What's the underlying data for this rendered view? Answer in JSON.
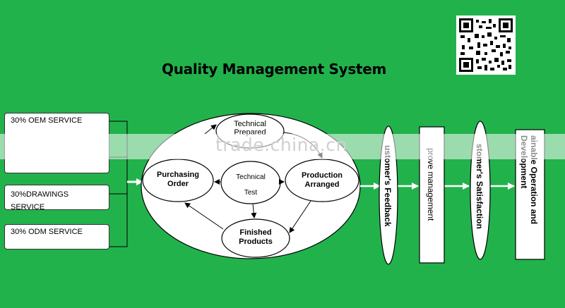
{
  "title": "Quality Management System",
  "services": [
    "30% OEM  SERVICE",
    "30%DRAWINGS SERVICE",
    "30%  ODM SERVICE"
  ],
  "nodes": {
    "technical_prepared": [
      "Technical",
      "Prepared"
    ],
    "purchasing_order": [
      "Purchasing",
      "Order"
    ],
    "technical_test": [
      "Technical",
      "Test"
    ],
    "production_arranged": [
      "Production",
      "Arranged"
    ],
    "finished_products": [
      "Finished",
      "Products"
    ]
  },
  "stages": {
    "customer_feedback": "ustomer's  Feedback",
    "improve_management": "prove management",
    "customer_satisfaction": "stomer's Satisfaction",
    "sustainable": [
      "ainable  Operation  and",
      "Development"
    ]
  },
  "watermark": "trade.china.cn",
  "colors": {
    "background": "#22b24c",
    "box": "#ffffff",
    "line": "#000000"
  }
}
